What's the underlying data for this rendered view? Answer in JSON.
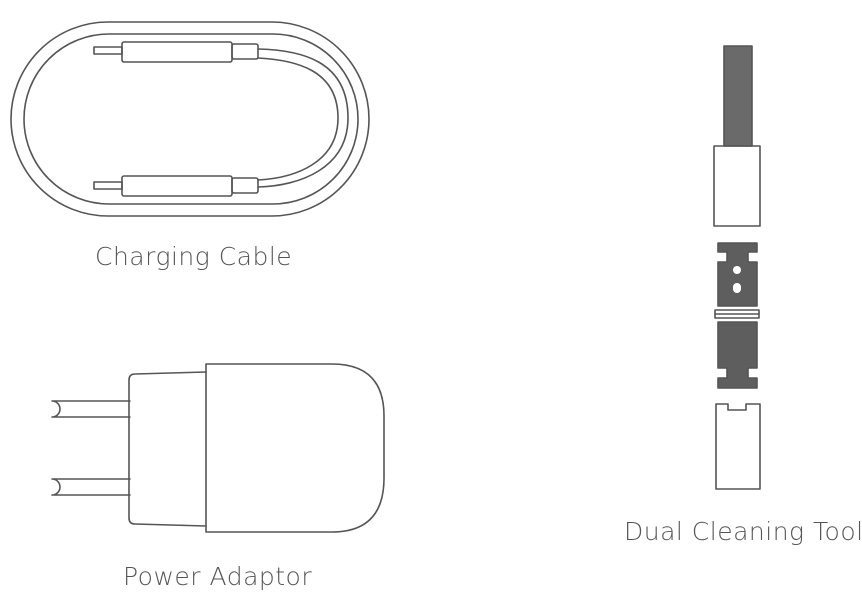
{
  "items": {
    "charging_cable": {
      "label": "Charging Cable"
    },
    "power_adaptor": {
      "label": "Power Adaptor"
    },
    "dual_cleaning_tool": {
      "label": "Dual Cleaning Tool"
    }
  },
  "colors": {
    "stroke": "#555555",
    "label": "#555555",
    "tool_fill_dark": "#6a6a6a",
    "tool_fill_mid": "#5e5e5e"
  }
}
